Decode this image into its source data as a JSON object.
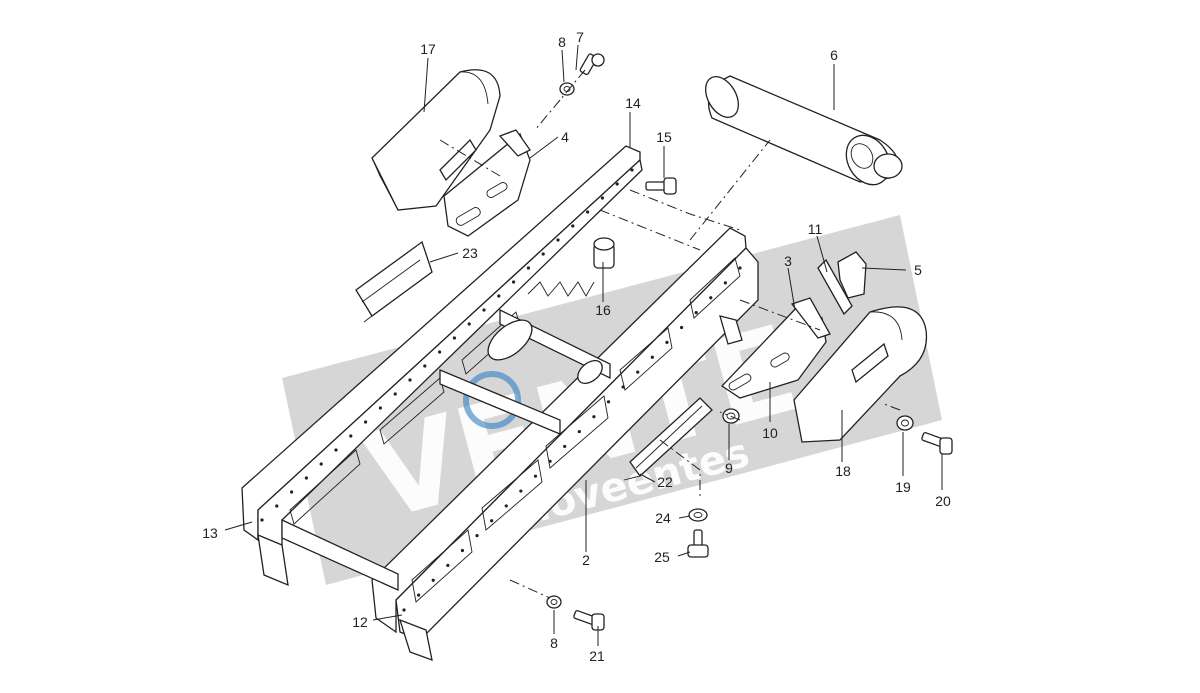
{
  "watermark": {
    "brand_text": "VENTE",
    "sub_text": "rcmoveentes",
    "colors": {
      "band": "#cfcfcf",
      "text": "#ffffff",
      "accent": "#2f7fbf"
    }
  },
  "callouts": [
    {
      "id": "c1",
      "text": "2"
    },
    {
      "id": "c2",
      "text": "3"
    },
    {
      "id": "c3",
      "text": "4"
    },
    {
      "id": "c4",
      "text": "5"
    },
    {
      "id": "c5",
      "text": "6"
    },
    {
      "id": "c6",
      "text": "7"
    },
    {
      "id": "c7",
      "text": "8"
    },
    {
      "id": "c8",
      "text": "8"
    },
    {
      "id": "c9",
      "text": "9"
    },
    {
      "id": "c10",
      "text": "10"
    },
    {
      "id": "c11",
      "text": "11"
    },
    {
      "id": "c12",
      "text": "12"
    },
    {
      "id": "c13",
      "text": "13"
    },
    {
      "id": "c14",
      "text": "14"
    },
    {
      "id": "c15",
      "text": "15"
    },
    {
      "id": "c16",
      "text": "16"
    },
    {
      "id": "c17",
      "text": "17"
    },
    {
      "id": "c18",
      "text": "18"
    },
    {
      "id": "c19",
      "text": "19"
    },
    {
      "id": "c20",
      "text": "20"
    },
    {
      "id": "c21",
      "text": "21"
    },
    {
      "id": "c22",
      "text": "22"
    },
    {
      "id": "c23",
      "text": "23"
    },
    {
      "id": "c24",
      "text": "24"
    },
    {
      "id": "c25",
      "text": "25"
    }
  ]
}
